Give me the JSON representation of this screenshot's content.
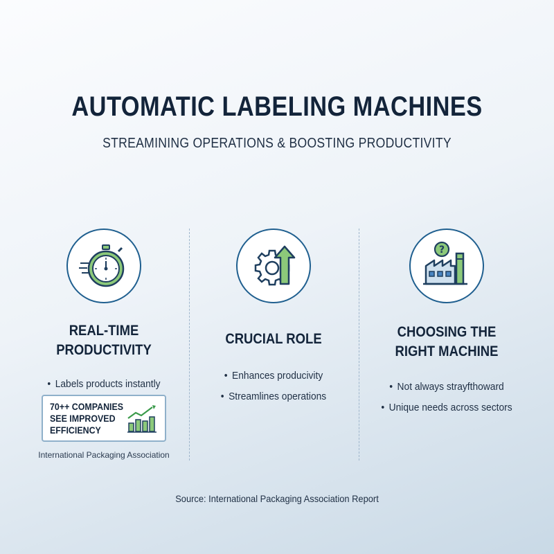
{
  "header": {
    "title": "AUTOMATIC LABELING MACHINES",
    "subtitle": "STREAMINING OPERATIONS & BOOSTING PRODUCTIVITY"
  },
  "columns": [
    {
      "icon": "stopwatch-icon",
      "title_line1": "REAL-TIME",
      "title_line2": "PRODUCTIVITY",
      "bullets": [
        "Labels products instantly"
      ]
    },
    {
      "icon": "gear-arrow-icon",
      "title_line1": "CRUCIAL ROLE",
      "bullets": [
        "Enhances producivity",
        "Streamlines operations"
      ]
    },
    {
      "icon": "factory-question-icon",
      "title_line1": "CHOOSING THE",
      "title_line2": "RIGHT MACHINE",
      "bullets": [
        "Not always strayfthoward",
        "Unique needs across sectors"
      ]
    }
  ],
  "stat": {
    "text": "70++ COMPANIES\nSEE IMPROVED\nEFFICIENCY",
    "source": "International Packaging Association",
    "icon": "growth-chart-icon"
  },
  "footer": {
    "source": "Source: International Packaging Association Report"
  },
  "colors": {
    "navy": "#1f5f8f",
    "green": "#8cc97a",
    "text": "#13243a"
  }
}
